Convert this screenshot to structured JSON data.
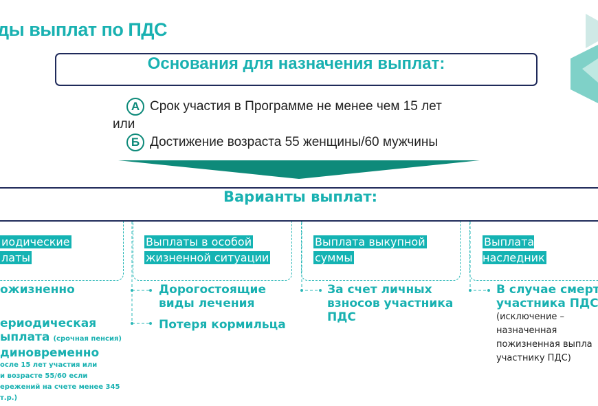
{
  "title": "ды выплат по ПДС",
  "basis": {
    "heading": "Основания для назначения выплат:",
    "conditions": [
      {
        "badge": "А",
        "text": "Срок участия в Программе не менее чем 15 лет"
      },
      {
        "badge": "Б",
        "text": "Достижение возраста 55 женщины/60 мужчины"
      }
    ],
    "or": "или"
  },
  "variants": {
    "heading": "Варианты выплат:",
    "columns": [
      {
        "label_lines": [
          "иодические",
          "латы"
        ],
        "items": [
          {
            "text": "ожизненно"
          },
          {
            "text": "ериодическая"
          },
          {
            "text": "ыплата",
            "small": "(срочная пенсия)"
          },
          {
            "text": "диновременно"
          }
        ],
        "notes": [
          "осле 15 лет участия или",
          "и  возрасте 55/60 если",
          "ережений на счете менее 345 т.р.)"
        ]
      },
      {
        "label_lines": [
          "Выплаты в особой",
          "жизненной ситуации"
        ],
        "items": [
          {
            "text": "Дорогостоящие виды лечения"
          },
          {
            "text": "Потеря кормильца"
          }
        ]
      },
      {
        "label_lines": [
          "Выплата выкупной",
          "суммы"
        ],
        "items": [
          {
            "text": "За счет личных взносов участника ПДС"
          }
        ]
      },
      {
        "label_lines": [
          "Выплата наследник"
        ],
        "items": [
          {
            "text": "В случае смерти участника ПДС"
          }
        ],
        "note": "(исключение – назначенная пожизненная выпла участнику ПДС)"
      }
    ]
  },
  "colors": {
    "teal": "#19b1b1",
    "dark_teal": "#0e8a7a",
    "navy": "#1f2a5a"
  }
}
